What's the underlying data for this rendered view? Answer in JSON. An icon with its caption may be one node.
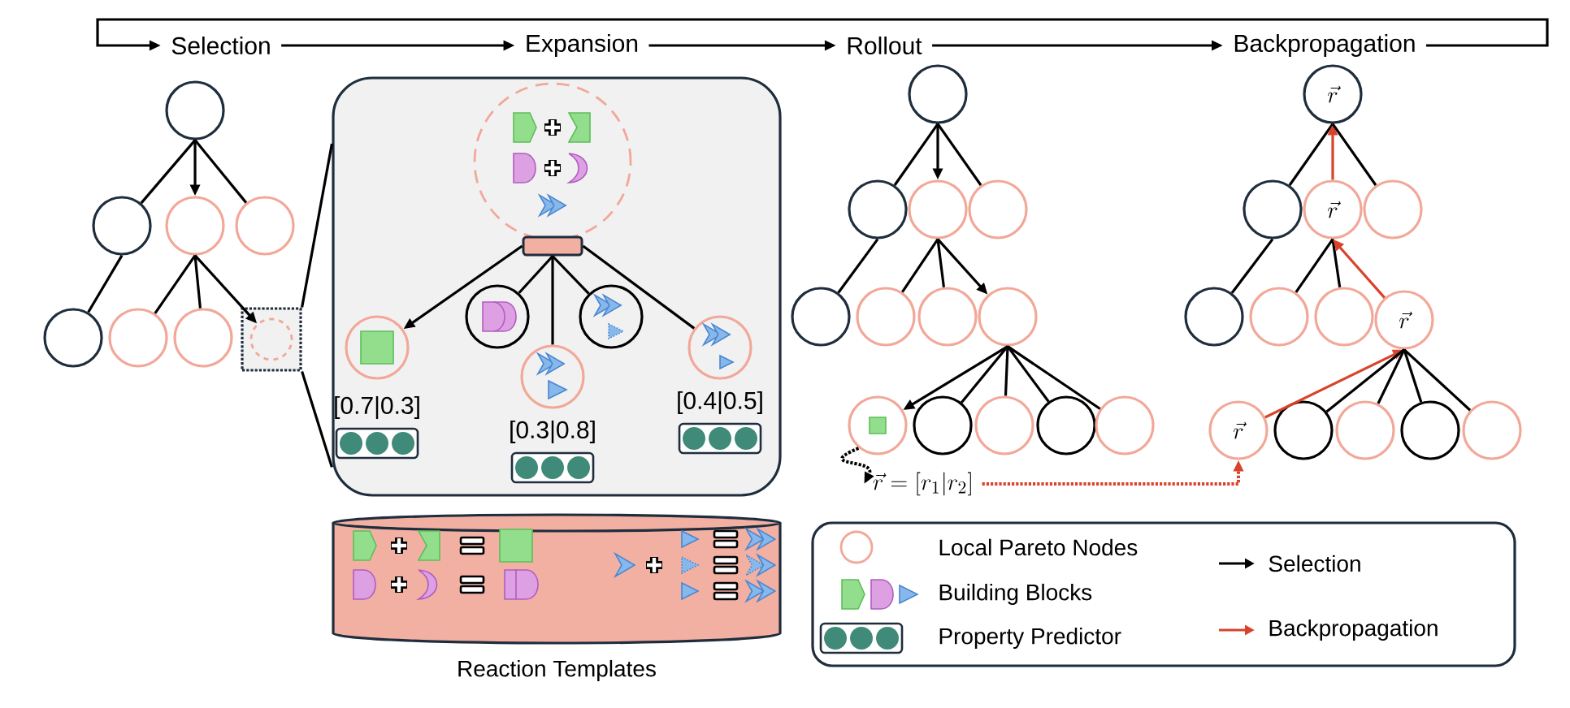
{
  "diagram": {
    "nodes": [
      {
        "text": [
          "Selection"
        ]
      },
      {
        "text": [
          "Expansion"
        ]
      },
      {
        "text": [
          "Rollout"
        ]
      },
      {
        "text": [
          "Backpropagation"
        ]
      },
      {
        "text": [],
        "shape": "circle"
      },
      {
        "text": [],
        "shape": "circle"
      },
      {
        "text": [],
        "shape": "circle"
      },
      {
        "text": [],
        "shape": "circle"
      },
      {
        "text": [],
        "shape": "circle"
      },
      {
        "text": [],
        "shape": "circle"
      },
      {
        "text": [],
        "shape": "circle"
      },
      {
        "text": [],
        "shape": "box"
      },
      {
        "text": [],
        "shape": "circle",
        "in": 11
      },
      {
        "text": [],
        "shape": "box"
      },
      {
        "text": [],
        "shape": "circle",
        "in": 13
      },
      {
        "text": [],
        "shape": "cylinder",
        "in": 13
      },
      {
        "text": [],
        "shape": "circle",
        "in": 13,
        "beside": [
          "[0.7|0.3]"
        ]
      },
      {
        "text": [],
        "shape": "circle",
        "in": 13
      },
      {
        "text": [],
        "shape": "circle",
        "in": 13,
        "beside": [
          "[0.3|0.8]"
        ]
      },
      {
        "text": [],
        "shape": "circle",
        "in": 13
      },
      {
        "text": [],
        "shape": "circle",
        "in": 13,
        "beside": [
          "[0.4|0.5]"
        ]
      },
      {
        "text": [
          "Reaction Templates"
        ]
      },
      {
        "text": [],
        "shape": "circle"
      },
      {
        "text": [],
        "shape": "circle"
      },
      {
        "text": [],
        "shape": "circle"
      },
      {
        "text": [],
        "shape": "circle"
      },
      {
        "text": [],
        "shape": "circle"
      },
      {
        "text": [],
        "shape": "circle"
      },
      {
        "text": [],
        "shape": "circle"
      },
      {
        "text": [],
        "shape": "circle"
      },
      {
        "text": [],
        "shape": "circle"
      },
      {
        "text": [],
        "shape": "circle"
      },
      {
        "text": [],
        "shape": "circle"
      },
      {
        "text": [],
        "shape": "circle"
      },
      {
        "text": [],
        "shape": "circle"
      },
      {
        "text": [
          "\\vec{r} = [r_1|r_2]"
        ]
      },
      {
        "text": [
          "\\vec{r}"
        ]
      },
      {
        "text": [],
        "shape": "circle"
      },
      {
        "text": [
          "\\vec{r}"
        ]
      },
      {
        "text": [],
        "shape": "circle"
      },
      {
        "text": [],
        "shape": "circle"
      },
      {
        "text": [],
        "shape": "circle"
      },
      {
        "text": [],
        "shape": "circle"
      },
      {
        "text": [
          "\\vec{r}"
        ]
      },
      {
        "text": [
          "\\vec{r}"
        ]
      },
      {
        "text": [],
        "shape": "circle"
      },
      {
        "text": [],
        "shape": "circle"
      },
      {
        "text": [],
        "shape": "circle"
      },
      {
        "text": [],
        "shape": "circle"
      }
    ],
    "edges": [
      {
        "from": 0,
        "to": 1,
        "arrow": "to"
      },
      {
        "from": 1,
        "to": 2,
        "arrow": "to"
      },
      {
        "from": 2,
        "to": 3,
        "arrow": "to"
      },
      {
        "from": 3,
        "to": 0,
        "arrow": "to"
      },
      {
        "from": 4,
        "to": 5,
        "arrow": "none"
      },
      {
        "from": 4,
        "to": 6,
        "arrow": "to"
      },
      {
        "from": 4,
        "to": 7,
        "arrow": "none"
      },
      {
        "from": 5,
        "to": 8,
        "arrow": "none"
      },
      {
        "from": 6,
        "to": 9,
        "arrow": "none"
      },
      {
        "from": 6,
        "to": 10,
        "arrow": "none"
      },
      {
        "from": 6,
        "to": 12,
        "arrow": "to"
      },
      {
        "from": 11,
        "to": 13,
        "arrow": "none"
      },
      {
        "from": 11,
        "to": 13,
        "arrow": "none"
      },
      {
        "from": 15,
        "to": 16,
        "arrow": "to"
      },
      {
        "from": 15,
        "to": 17,
        "arrow": "none"
      },
      {
        "from": 15,
        "to": 18,
        "arrow": "none"
      },
      {
        "from": 15,
        "to": 19,
        "arrow": "none"
      },
      {
        "from": 15,
        "to": 20,
        "arrow": "none"
      },
      {
        "from": 22,
        "to": 23,
        "arrow": "none"
      },
      {
        "from": 22,
        "to": 24,
        "arrow": "to"
      },
      {
        "from": 22,
        "to": 25,
        "arrow": "none"
      },
      {
        "from": 23,
        "to": 26,
        "arrow": "none"
      },
      {
        "from": 24,
        "to": 27,
        "arrow": "none"
      },
      {
        "from": 24,
        "to": 28,
        "arrow": "none"
      },
      {
        "from": 24,
        "to": 29,
        "arrow": "to"
      },
      {
        "from": 29,
        "to": 30,
        "arrow": "to"
      },
      {
        "from": 29,
        "to": 31,
        "arrow": "none"
      },
      {
        "from": 29,
        "to": 32,
        "arrow": "none"
      },
      {
        "from": 29,
        "to": 33,
        "arrow": "none"
      },
      {
        "from": 29,
        "to": 34,
        "arrow": "none"
      },
      {
        "from": 30,
        "to": 35,
        "arrow": "to",
        "style": "dashed"
      },
      {
        "from": 35,
        "to": 44,
        "arrow": "to",
        "style": "dashed",
        "color": "#d9432b"
      },
      {
        "from": 36,
        "to": 37,
        "arrow": "none"
      },
      {
        "from": 38,
        "to": 36,
        "arrow": "to",
        "color": "#d9432b"
      },
      {
        "from": 36,
        "to": 39,
        "arrow": "none"
      },
      {
        "from": 37,
        "to": 40,
        "arrow": "none"
      },
      {
        "from": 38,
        "to": 41,
        "arrow": "none"
      },
      {
        "from": 38,
        "to": 42,
        "arrow": "none"
      },
      {
        "from": 43,
        "to": 38,
        "arrow": "to",
        "color": "#d9432b"
      },
      {
        "from": 44,
        "to": 43,
        "arrow": "to",
        "color": "#d9432b"
      },
      {
        "from": 43,
        "to": 45,
        "arrow": "none"
      },
      {
        "from": 43,
        "to": 46,
        "arrow": "none"
      },
      {
        "from": 43,
        "to": 47,
        "arrow": "none"
      },
      {
        "from": 43,
        "to": 48,
        "arrow": "none"
      }
    ],
    "legend": [
      {
        "text": "Local Pareto Nodes"
      },
      {
        "text": "Building Blocks"
      },
      {
        "text": "Property Predictor"
      },
      {
        "text": "Selection"
      },
      {
        "text": "Backpropagation"
      }
    ]
  }
}
